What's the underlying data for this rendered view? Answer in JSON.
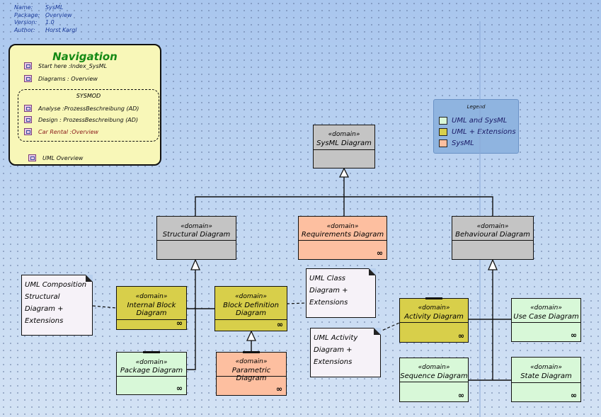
{
  "header": {
    "rows": [
      {
        "key": "Name:",
        "value": "SysML"
      },
      {
        "key": "Package:",
        "value": "Overview"
      },
      {
        "key": "Version:",
        "value": "1.0"
      },
      {
        "key": "Author:",
        "value": "Horst Kargl"
      }
    ]
  },
  "navigation": {
    "title": "Navigation",
    "items": [
      {
        "label": "Start here :Index_SysML"
      },
      {
        "label": "Diagrams : Overview"
      }
    ],
    "sysmod": {
      "title": "SYSMOD",
      "items": [
        {
          "label": "Analyse :ProzessBeschreibung (AD)"
        },
        {
          "label": "Design : ProzessBeschreibung (AD)"
        },
        {
          "label": "Car Rental :Overview"
        }
      ]
    },
    "footer_item": {
      "label": "UML Overview"
    }
  },
  "legend": {
    "title": "Legend",
    "items": [
      {
        "label": "UML and SysML",
        "color": "#d8f8d8"
      },
      {
        "label": "UML +   Extensions",
        "color": "#d8cf4a"
      },
      {
        "label": "SysML",
        "color": "#fdbfa0"
      }
    ]
  },
  "stereotype": "«domain»",
  "diagrams": {
    "sysml": {
      "name": "SysML Diagram",
      "color": "#c4c4c4"
    },
    "structural": {
      "name": "Structural Diagram",
      "color": "#c4c4c4"
    },
    "requirements": {
      "name": "Requirements Diagram",
      "color": "#fdbfa0"
    },
    "behavioural": {
      "name": "Behavioural Diagram",
      "color": "#c4c4c4"
    },
    "internal_block": {
      "name": "Internal Block\nDiagram",
      "color": "#d8cf4a"
    },
    "block_definition": {
      "name": "Block Definition\nDiagram",
      "color": "#d8cf4a"
    },
    "package": {
      "name": "Package Diagram",
      "color": "#d8f8d8"
    },
    "parametric": {
      "name": "Parametric Diagram",
      "color": "#fdbfa0"
    },
    "activity": {
      "name": "Activity Diagram",
      "color": "#d8cf4a"
    },
    "use_case": {
      "name": "Use Case Diagram",
      "color": "#d8f8d8"
    },
    "sequence": {
      "name": "Sequence Diagram",
      "color": "#d8f8d8"
    },
    "state": {
      "name": "State Diagram",
      "color": "#d8f8d8"
    }
  },
  "notes": {
    "composition": "UML  Composition\nStructural\nDiagram +\nExtensions",
    "class": "UML Class\nDiagram +\nExtensions",
    "activity": "UML Activity\nDiagram +\nExtensions"
  },
  "icons": {
    "diagram_link": "diagram-link-icon",
    "composite": "infinity-icon"
  }
}
